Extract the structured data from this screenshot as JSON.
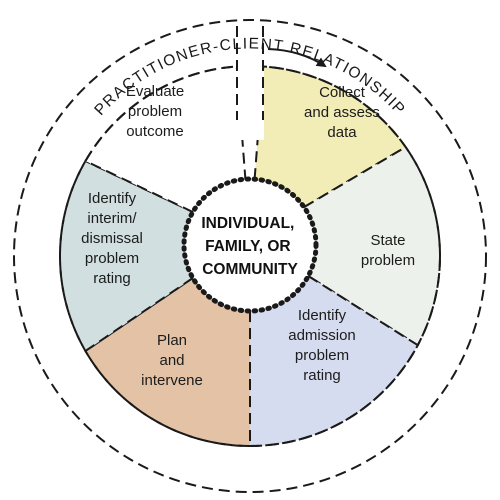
{
  "ring_title": "PRACTITIONER-CLIENT RELATIONSHIP",
  "center": {
    "lines": [
      "INDIVIDUAL,",
      "FAMILY, OR",
      "COMMUNITY"
    ]
  },
  "segments": [
    {
      "id": "collect",
      "lines": [
        "Collect",
        "and assess",
        "data"
      ],
      "color": "#f2ecb6"
    },
    {
      "id": "state",
      "lines": [
        "State",
        "problem"
      ],
      "color": "#edf1eb"
    },
    {
      "id": "admission",
      "lines": [
        "Identify",
        "admission",
        "problem",
        "rating"
      ],
      "color": "#d6dcef"
    },
    {
      "id": "plan",
      "lines": [
        "Plan",
        "and",
        "intervene"
      ],
      "color": "#e3c2a6"
    },
    {
      "id": "interim",
      "lines": [
        "Identify",
        "interim/",
        "dismissal",
        "problem",
        "rating"
      ],
      "color": "#d1dfe0"
    },
    {
      "id": "evaluate",
      "lines": [
        "Evaluate",
        "problem",
        "outcome"
      ],
      "color": "#ffffff"
    }
  ],
  "colors": {
    "stroke": "#1a1a1a",
    "background": "#ffffff"
  },
  "icons": {
    "direction": "clockwise-arrow-icon"
  }
}
